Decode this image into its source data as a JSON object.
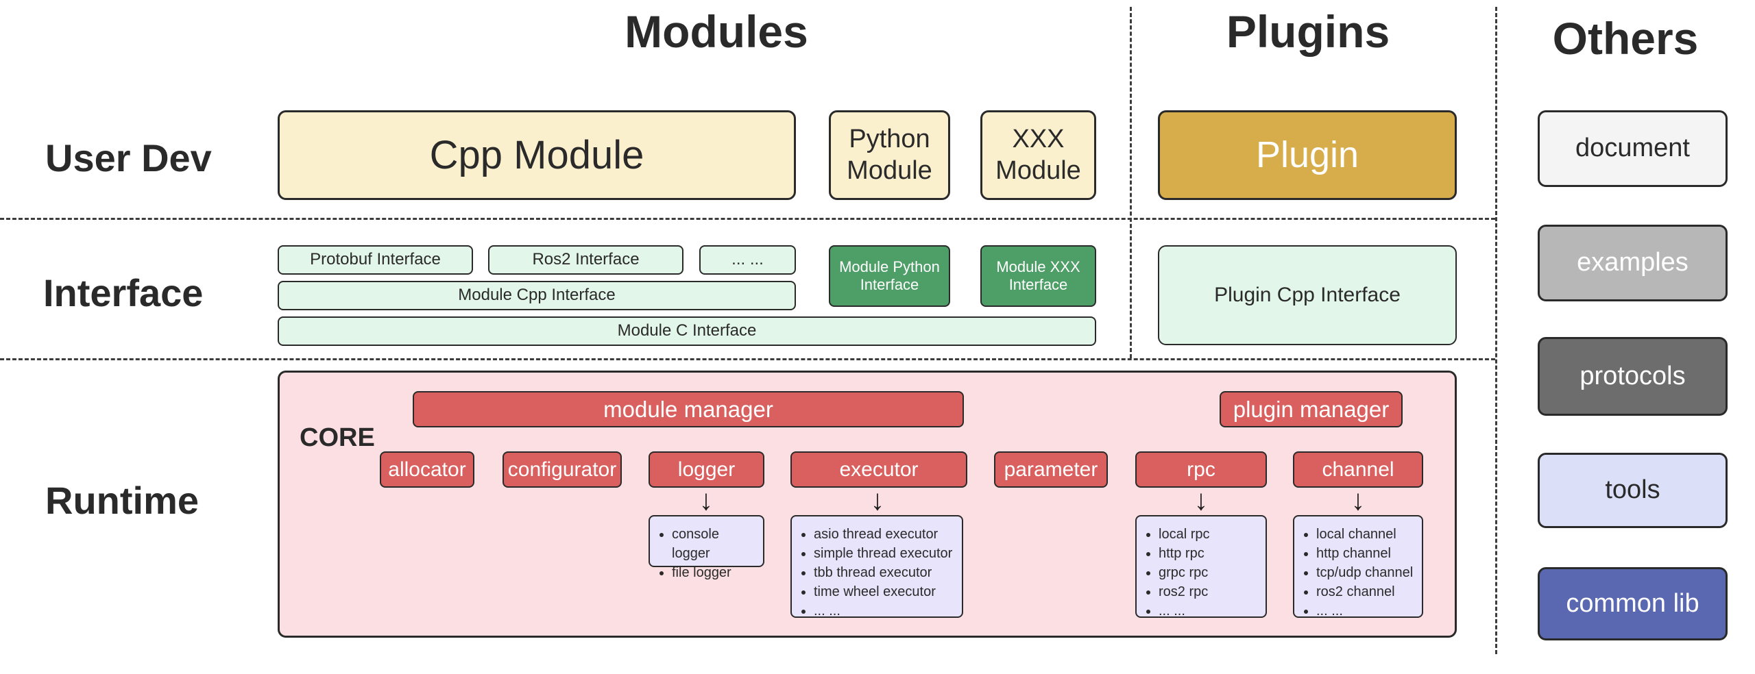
{
  "headers": {
    "modules": "Modules",
    "plugins": "Plugins",
    "others": "Others"
  },
  "row_labels": {
    "user_dev": "User Dev",
    "interface": "Interface",
    "runtime": "Runtime"
  },
  "modules": {
    "user_dev": {
      "cpp_module": "Cpp Module",
      "python_module": "Python Module",
      "xxx_module": "XXX Module"
    },
    "interface": {
      "protobuf": "Protobuf Interface",
      "ros2": "Ros2 Interface",
      "more": "... ...",
      "module_python": "Module Python Interface",
      "module_xxx": "Module XXX Interface",
      "module_cpp": "Module Cpp Interface",
      "module_c": "Module C Interface"
    }
  },
  "plugins": {
    "plugin": "Plugin",
    "plugin_cpp_interface": "Plugin Cpp Interface"
  },
  "others": {
    "items": [
      "document",
      "examples",
      "protocols",
      "tools",
      "common lib"
    ]
  },
  "runtime": {
    "core_label": "CORE",
    "module_manager": "module manager",
    "plugin_manager": "plugin manager",
    "components": [
      "allocator",
      "configurator",
      "logger",
      "executor",
      "parameter",
      "rpc",
      "channel"
    ],
    "arrow_icon": "↓",
    "logger_impls": [
      "console logger",
      "file logger"
    ],
    "executor_impls": [
      "asio thread executor",
      "simple thread executor",
      "tbb thread executor",
      "time wheel executor",
      "... ..."
    ],
    "rpc_impls": [
      "local rpc",
      "http rpc",
      "grpc rpc",
      "ros2 rpc",
      "... ..."
    ],
    "channel_impls": [
      "local channel",
      "http channel",
      "tcp/udp channel",
      "ros2 channel",
      "... ..."
    ]
  },
  "colors": {
    "ink": "#2a2a2a",
    "yellow-light": "#fbf0cd",
    "gold": "#d7ac4a",
    "green-light": "#e3f6ea",
    "green-dark": "#4e9e68",
    "pink": "#fcdfe2",
    "red": "#d9605f",
    "lavender": "#e8e4fb",
    "gray-light": "#f4f4f4",
    "gray-mid": "#b7b7b7",
    "gray-dark": "#6d6d6d",
    "tools-blue": "#dbe0f8",
    "indigo": "#5968b0"
  }
}
